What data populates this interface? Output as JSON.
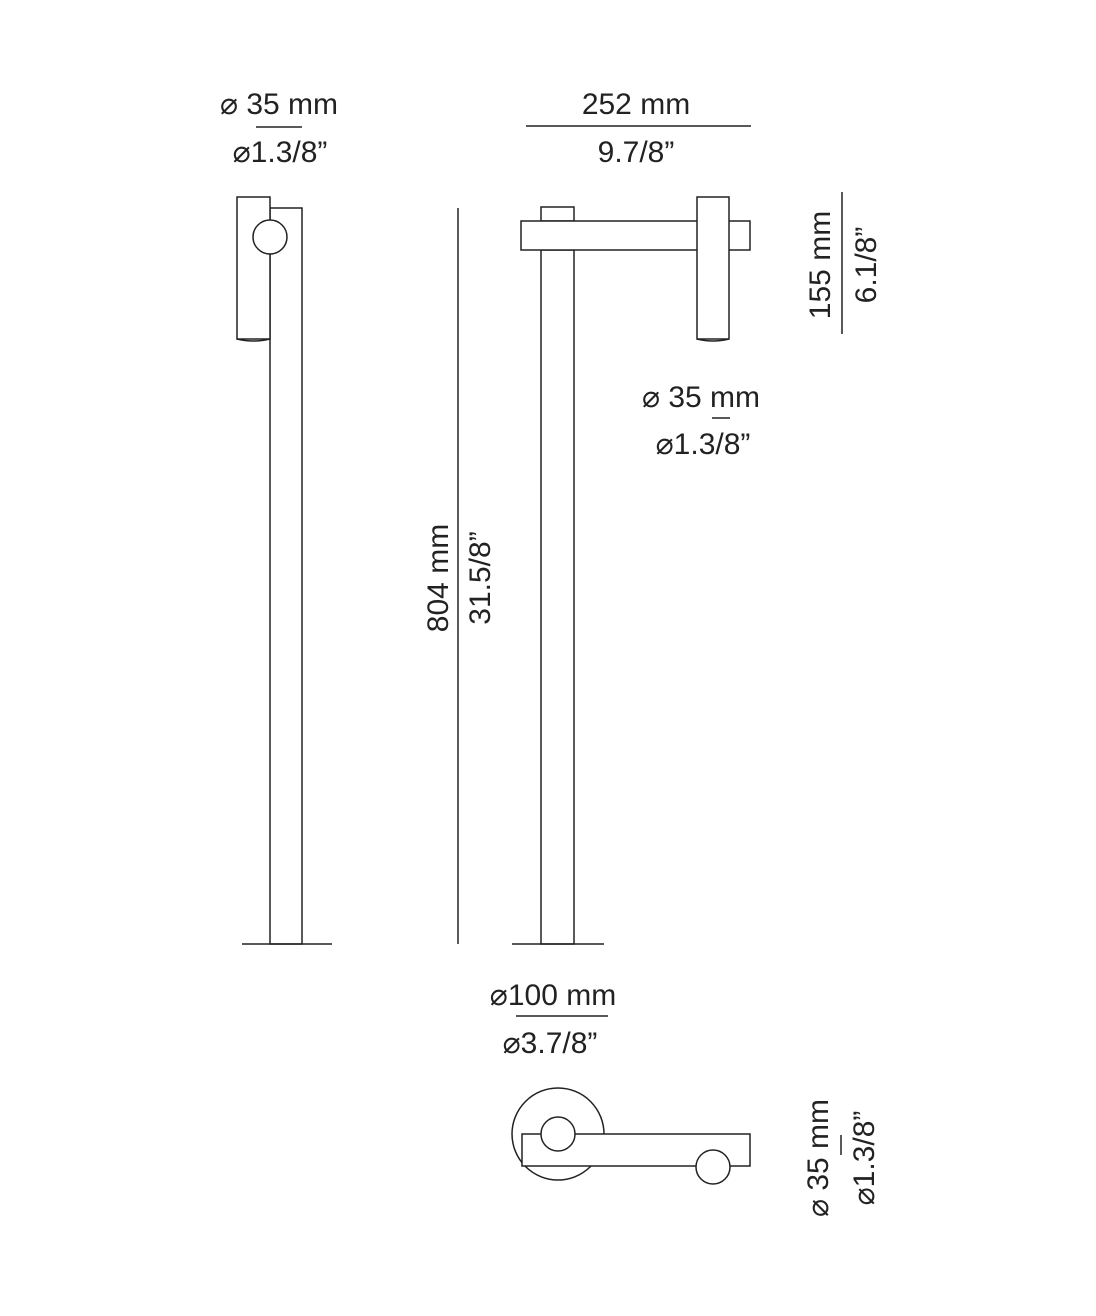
{
  "dimensions": {
    "side_head_diameter": {
      "metric": "⌀ 35 mm",
      "imperial": "⌀1.3/8”"
    },
    "arm_width": {
      "metric": "252 mm",
      "imperial": "9.7/8”"
    },
    "head_height": {
      "metric": "155 mm",
      "imperial": "6.1/8”"
    },
    "front_head_diameter": {
      "metric": "⌀ 35 mm",
      "imperial": "⌀1.3/8”"
    },
    "total_height": {
      "metric": "804 mm",
      "imperial": "31.5/8”"
    },
    "base_diameter": {
      "metric": "⌀100 mm",
      "imperial": "⌀3.7/8”"
    },
    "top_head_diameter": {
      "metric": "⌀ 35 mm",
      "imperial": "⌀1.3/8”"
    }
  }
}
